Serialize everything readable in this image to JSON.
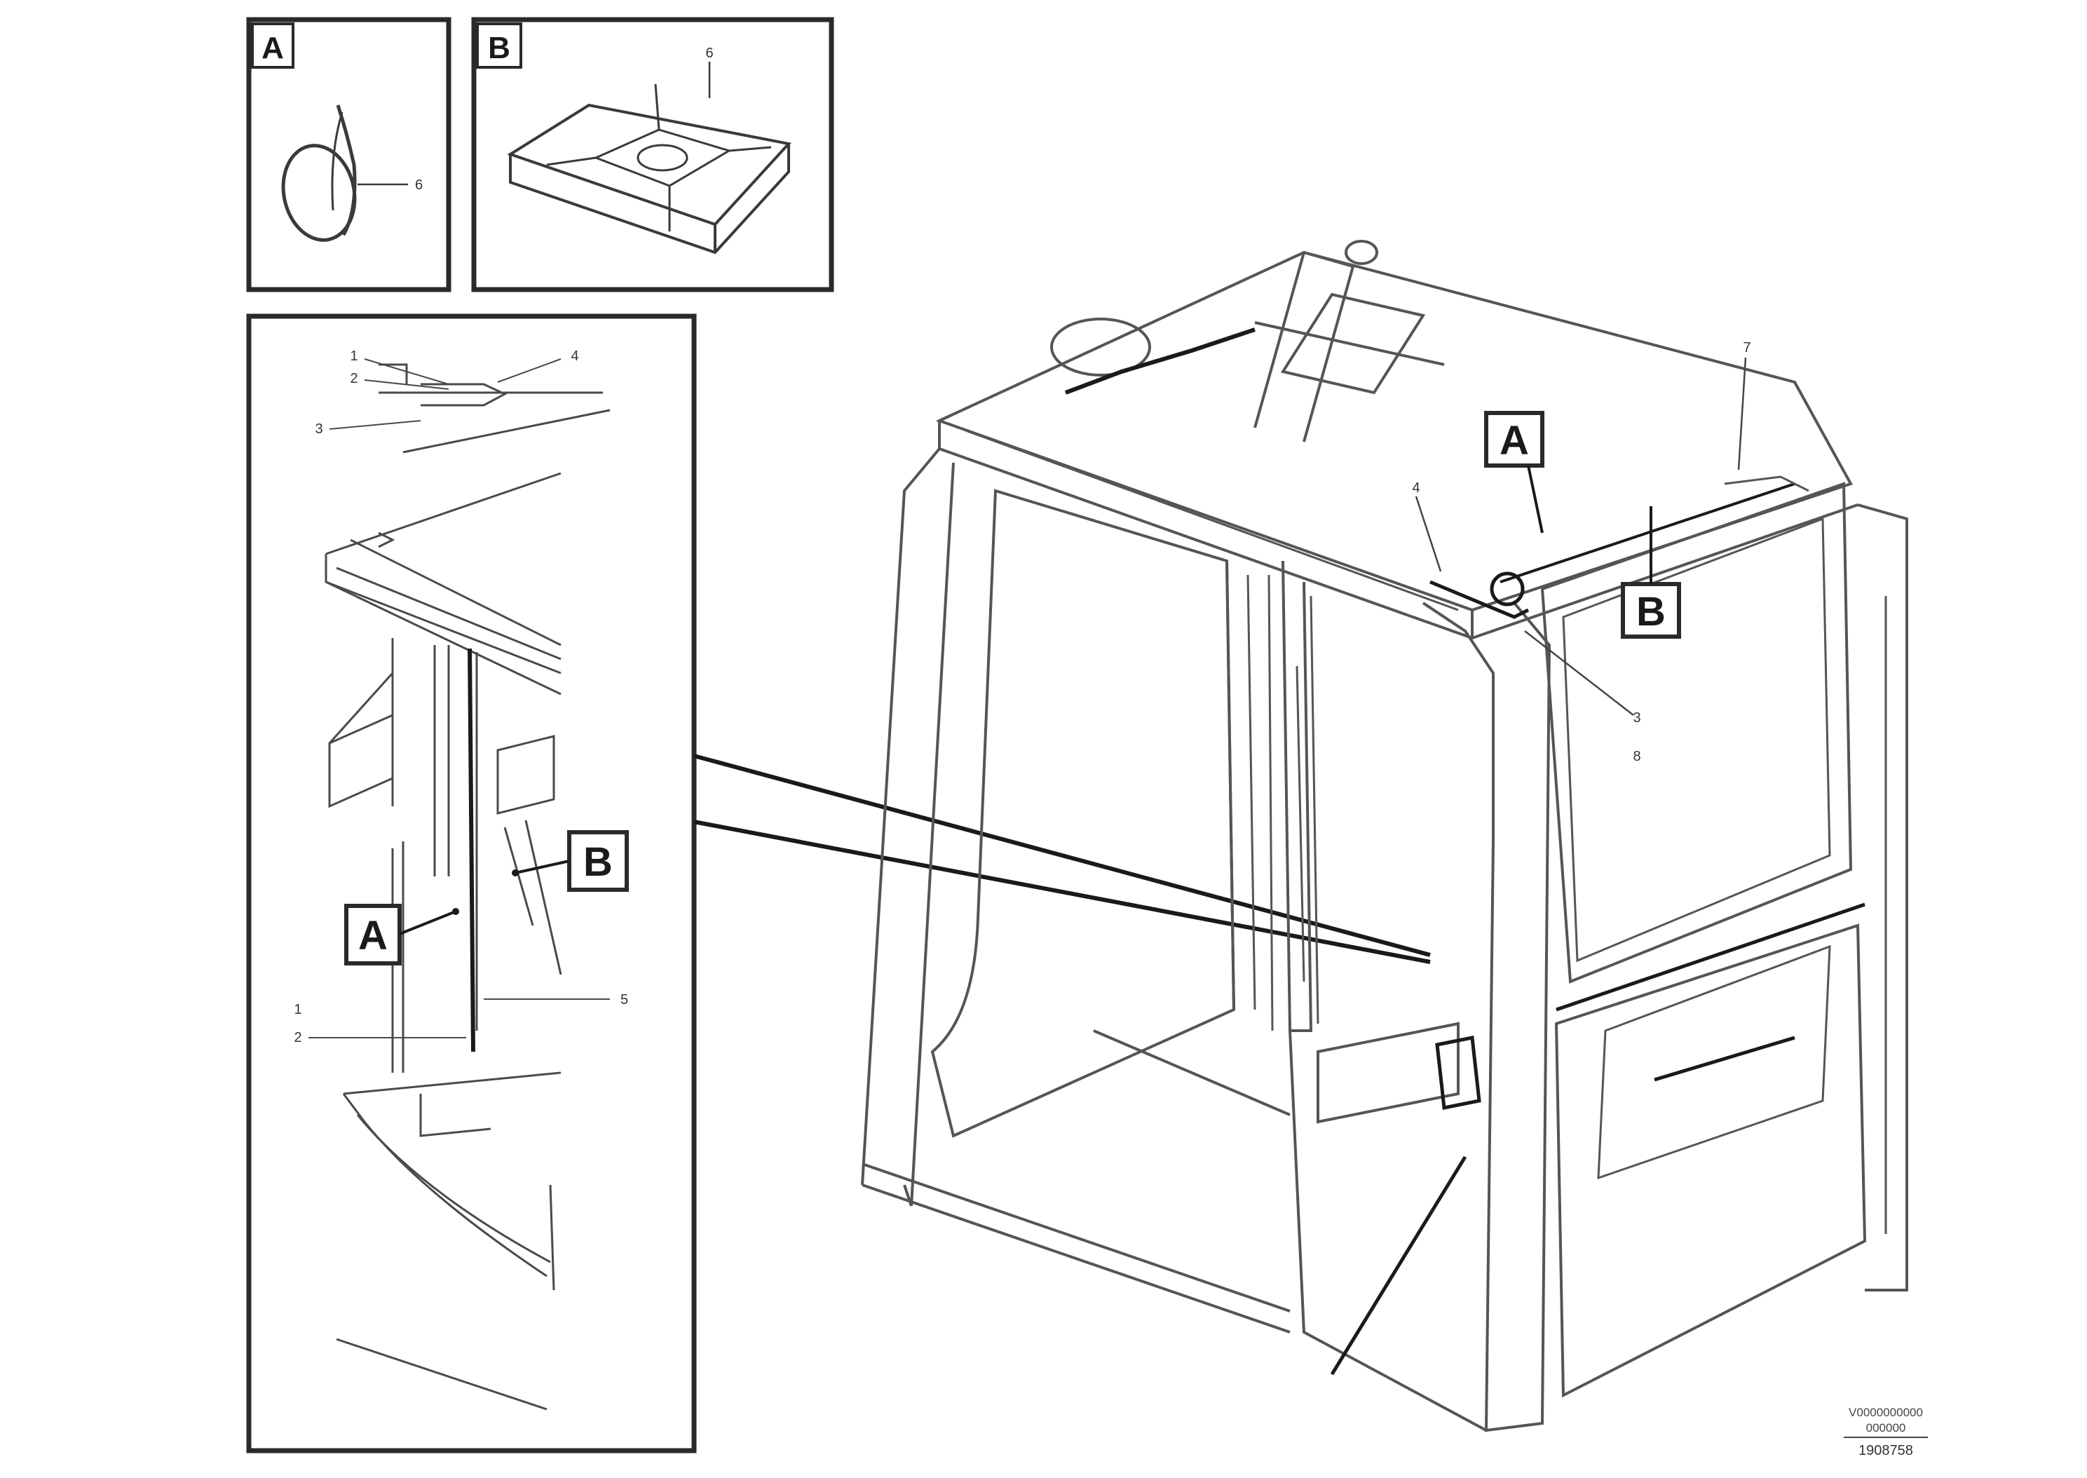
{
  "colors": {
    "frame": "#2a2a2a",
    "line": "#3a3a3a",
    "light_line": "#8a8a8a",
    "background": "#ffffff"
  },
  "detail_A": {
    "corner_label": "A",
    "item_number": "6"
  },
  "detail_B": {
    "corner_label": "B",
    "item_number": "6"
  },
  "detail_enlarged": {
    "callout_A": "A",
    "callout_B": "B",
    "numbers": {
      "top_1": "1",
      "top_2": "2",
      "top_3": "3",
      "top_4": "4",
      "right_5": "5",
      "bottom_1": "1",
      "bottom_2": "2"
    }
  },
  "main_view": {
    "callout_A": "A",
    "callout_B": "B",
    "numbers": {
      "top_7": "7",
      "pillar_4": "4",
      "label_3": "3",
      "label_8": "8"
    }
  },
  "reference_code": "V0000000000",
  "reference_sub": "000000",
  "drawing_number": "1908758"
}
